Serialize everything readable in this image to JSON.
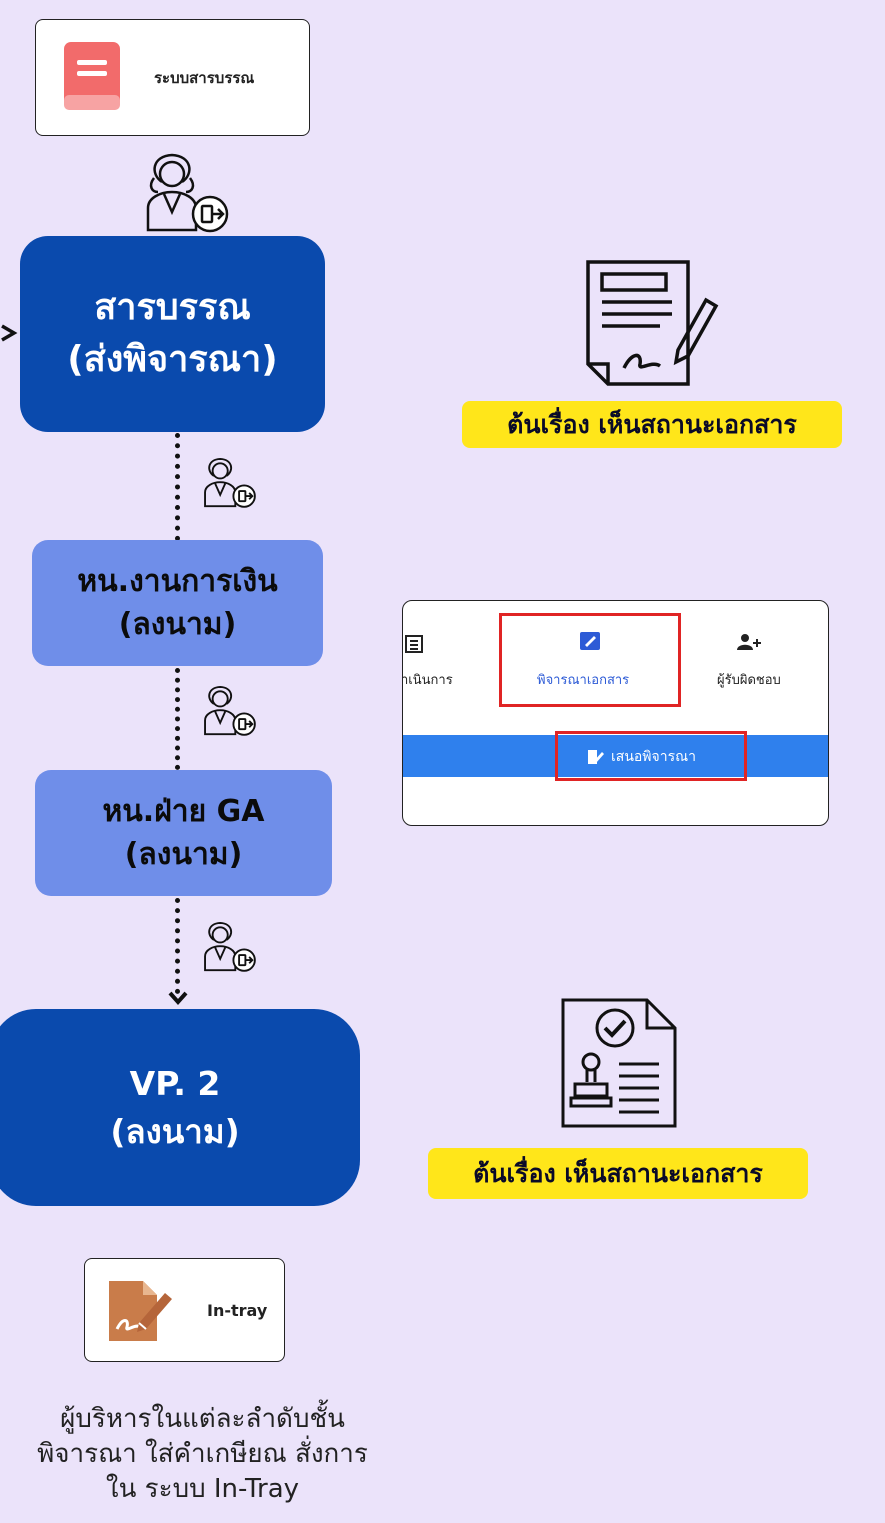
{
  "system_card": {
    "label": "ระบบสารบรรณ",
    "icon": "book-icon"
  },
  "steps": [
    {
      "line1": "สารบรรณ",
      "line2": "(ส่งพิจารณา)"
    },
    {
      "line1": "หน.งานการเงิน",
      "line2": "(ลงนาม)"
    },
    {
      "line1": "หน.ฝ่าย GA",
      "line2": "(ลงนาม)"
    },
    {
      "line1": "VP. 2",
      "line2": "(ลงนาม)"
    }
  ],
  "status_label_1": "ต้นเรื่อง เห็นสถานะเอกสาร",
  "status_label_2": "ต้นเรื่อง เห็นสถานะเอกสาร",
  "screenshot": {
    "tab_left": "ำเนินการ",
    "tab_middle": "พิจารณาเอกสาร",
    "tab_right": "ผู้รับผิดชอบ",
    "action_button": "เสนอพิจารณา"
  },
  "intray_card": {
    "label": "In-tray",
    "icon": "signature-icon"
  },
  "caption": {
    "line1": "ผู้บริหารในแต่ละลำดับชั้น",
    "line2": "พิจารณา ใส่คำเกษียณ สั่งการ",
    "line3": "ใน ระบบ  In-Tray"
  },
  "colors": {
    "background": "#ebe3fa",
    "dark_node": "#0a4aad",
    "light_node": "#6f8ee9",
    "highlight": "#ffe61a",
    "tab_bar": "#2f80ed",
    "red_outline": "#e02424"
  }
}
